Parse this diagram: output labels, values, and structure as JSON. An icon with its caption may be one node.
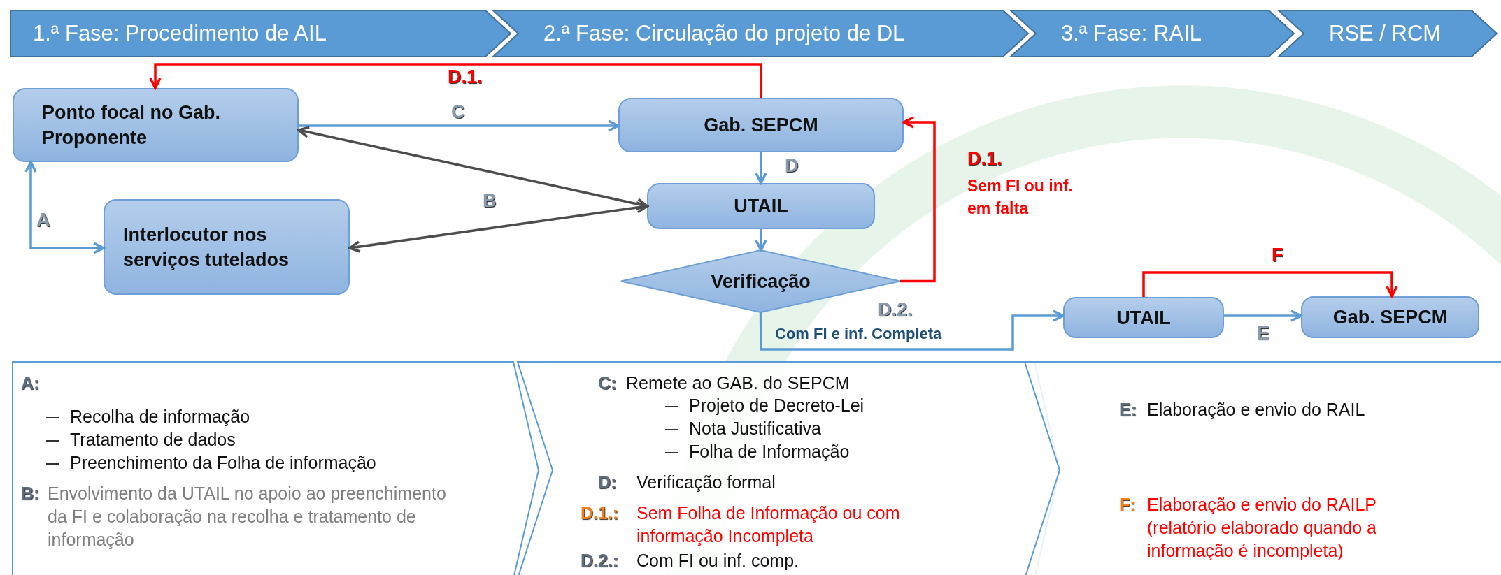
{
  "diagram": {
    "nodes": [
      {
        "text": [
          "1.ª Fase: Procedimento de AIL"
        ]
      },
      {
        "text": [
          "2.ª Fase: Circulação do projeto de DL"
        ]
      },
      {
        "text": [
          "3.ª Fase: RAIL"
        ]
      },
      {
        "text": [
          "RSE / RCM"
        ]
      },
      {
        "text": [
          "Ponto focal no Gab. Proponente"
        ]
      },
      {
        "text": [
          "Gab. SEPCM"
        ]
      },
      {
        "text": [
          "Interlocutor nos serviços tutelados"
        ]
      },
      {
        "text": [
          "UTAIL"
        ]
      },
      {
        "text": [
          "Verificação"
        ]
      },
      {
        "text": [
          "UTAIL"
        ]
      },
      {
        "text": [
          "Gab. SEPCM"
        ]
      },
      {
        "text": [
          "A:",
          "Recolha de informação",
          "Tratamento de dados",
          "Preenchimento da Folha de informação",
          "B:",
          "Envolvimento da UTAIL no apoio ao preenchimento da FI e colaboração na recolha e tratamento de informação"
        ]
      },
      {
        "text": [
          "C:",
          "Remete ao GAB. do SEPCM",
          "Projeto de Decreto-Lei",
          "Nota Justificativa",
          "Folha de Informação",
          "D:",
          "Verificação formal",
          "D.1.:",
          "Sem Folha de Informação ou com informação Incompleta",
          "D.2.:",
          "Com FI ou inf. comp."
        ]
      },
      {
        "text": [
          "E:",
          "Elaboração e envio do RAIL",
          "F:",
          "Elaboração e envio do RAILP (relatório elaborado quando a informação é incompleta)"
        ]
      }
    ],
    "edges": [
      {
        "from": 4,
        "to": 5,
        "arrow": "to",
        "label": "C"
      },
      {
        "from": 4,
        "to": 7,
        "arrow": "both",
        "color": "#4d4d4d"
      },
      {
        "from": 6,
        "to": 7,
        "arrow": "both",
        "label": "B",
        "color": "#4d4d4d"
      },
      {
        "from": 4,
        "to": 6,
        "arrow": "both",
        "label": "A"
      },
      {
        "from": 5,
        "to": 7,
        "arrow": "to",
        "label": "D"
      },
      {
        "from": 7,
        "to": 8,
        "arrow": "to"
      },
      {
        "from": 5,
        "to": 4,
        "arrow": "to",
        "label": "D.1.",
        "color": "#ff0000"
      },
      {
        "from": 8,
        "to": 5,
        "arrow": "to",
        "label": "D.1.",
        "color": "#ff0000"
      },
      {
        "from": 8,
        "to": 9,
        "arrow": "to",
        "label": "D.2."
      },
      {
        "from": 9,
        "to": 10,
        "arrow": "to",
        "label": "E"
      },
      {
        "from": 9,
        "to": 10,
        "arrow": "to",
        "label": "F",
        "color": "#ff0000"
      }
    ],
    "labels": [
      "Sem FI ou inf. em falta",
      "Com FI e inf. Completa"
    ]
  }
}
